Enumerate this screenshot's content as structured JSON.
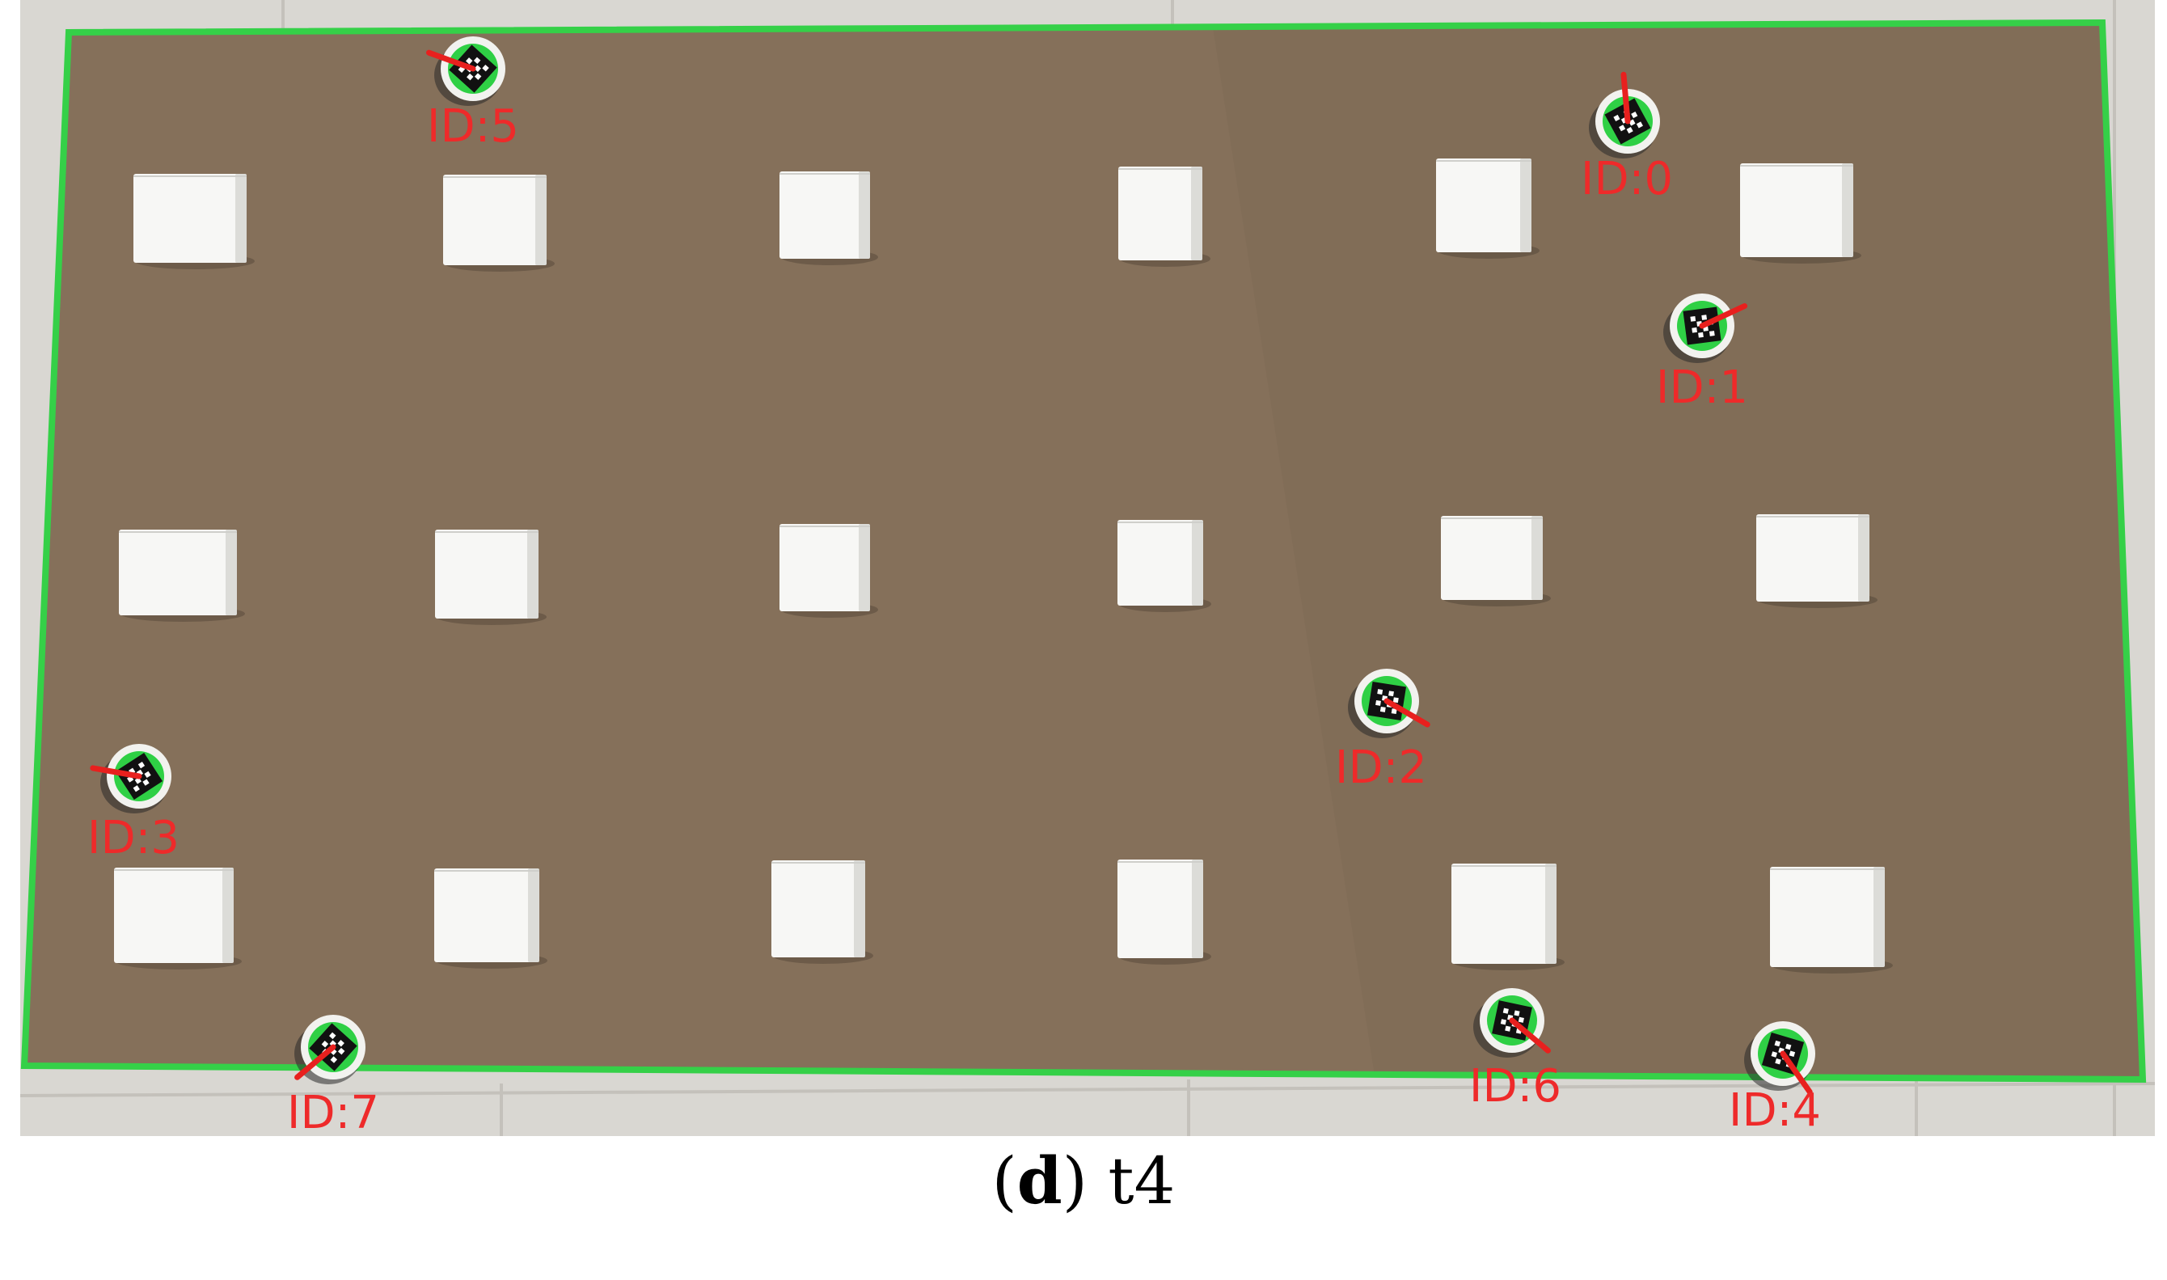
{
  "colors": {
    "floor": "#d9d7d2",
    "floor_grout": "#c4c1bb",
    "paper": "#85705a",
    "boundary": "#35d048",
    "box_face": "#f7f7f5",
    "box_side": "#dcdcd8",
    "robot_body": "#f2f2ef",
    "marker_ring": "#2fd045",
    "marker_black": "#111111",
    "heading_line": "#e8201e",
    "label_text": "#ee2a2a"
  },
  "robots": [
    {
      "id_label": "ID:5"
    },
    {
      "id_label": "ID:0"
    },
    {
      "id_label": "ID:1"
    },
    {
      "id_label": "ID:2"
    },
    {
      "id_label": "ID:3"
    },
    {
      "id_label": "ID:7"
    },
    {
      "id_label": "ID:6"
    },
    {
      "id_label": "ID:4"
    }
  ],
  "caption": {
    "paren_open": "(",
    "letter": "d",
    "paren_close": ")",
    "time": " t4"
  }
}
